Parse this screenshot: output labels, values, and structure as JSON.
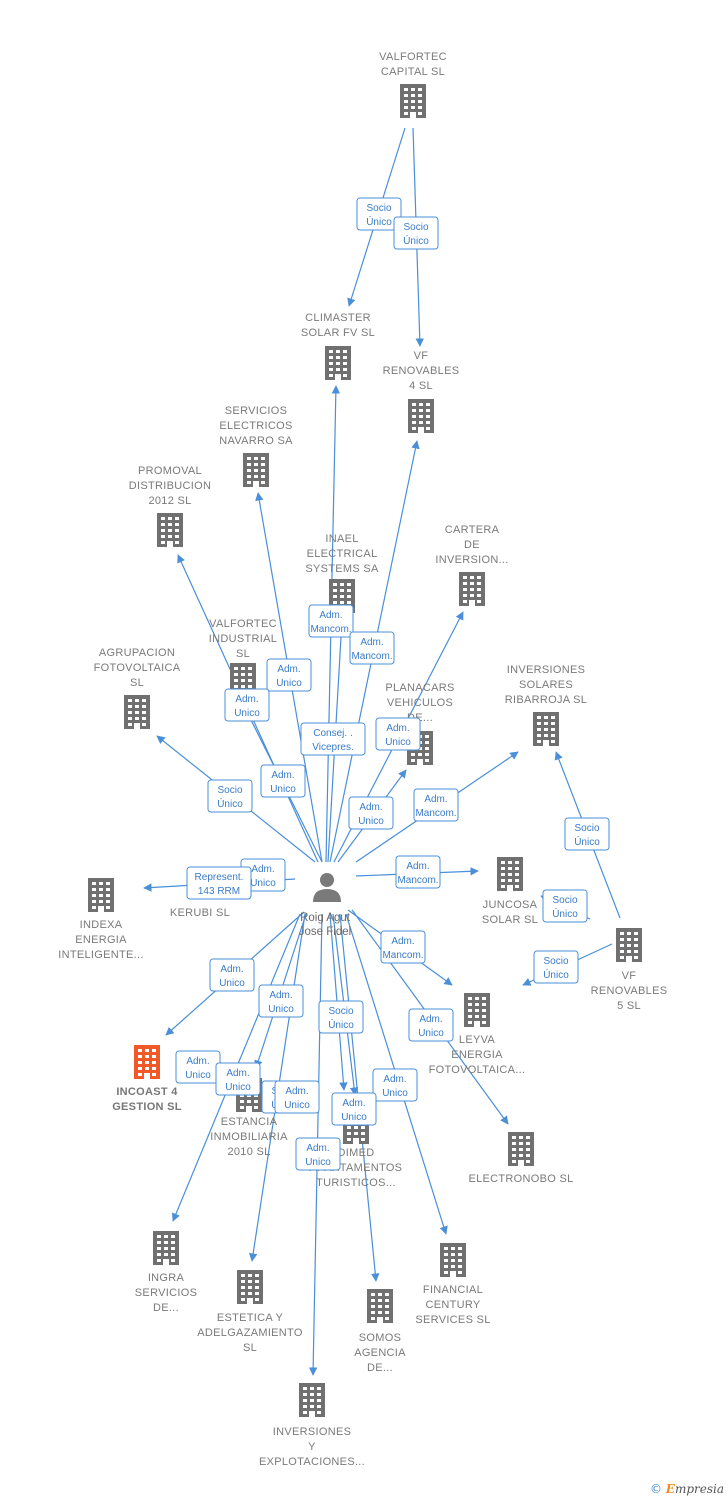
{
  "center": {
    "name_line1": "Roig Agut",
    "name_line2": "Jose Fidel"
  },
  "nodes": [
    {
      "id": "valfortec-capital",
      "lines": [
        "VALFORTEC",
        "CAPITAL  SL"
      ]
    },
    {
      "id": "climaster",
      "lines": [
        "CLIMASTER",
        "SOLAR FV SL"
      ]
    },
    {
      "id": "vf-renovables-4",
      "lines": [
        "VF",
        "RENOVABLES",
        "4  SL"
      ]
    },
    {
      "id": "servicios-electricos",
      "lines": [
        "SERVICIOS",
        "ELECTRICOS",
        "NAVARRO SA"
      ]
    },
    {
      "id": "promoval",
      "lines": [
        "PROMOVAL",
        "DISTRIBUCION",
        "2012 SL"
      ]
    },
    {
      "id": "inael",
      "lines": [
        "INAEL",
        "ELECTRICAL",
        "SYSTEMS SA"
      ]
    },
    {
      "id": "cartera",
      "lines": [
        "CARTERA",
        "DE",
        "INVERSION..."
      ]
    },
    {
      "id": "valfortec-industrial",
      "lines": [
        "VALFORTEC",
        "INDUSTRIAL",
        "SL"
      ]
    },
    {
      "id": "agrupacion",
      "lines": [
        "AGRUPACION",
        "FOTOVOLTAICA",
        "SL"
      ]
    },
    {
      "id": "planacars",
      "lines": [
        "PLANACARS",
        "VEHICULOS",
        "DE..."
      ]
    },
    {
      "id": "inversiones-solares",
      "lines": [
        "INVERSIONES",
        "SOLARES",
        "RIBARROJA SL"
      ]
    },
    {
      "id": "indexa",
      "lines": [
        "INDEXA",
        "ENERGIA",
        "INTELIGENTE..."
      ]
    },
    {
      "id": "kerubi",
      "lines": [
        "KERUBI SL"
      ]
    },
    {
      "id": "juncosa",
      "lines": [
        "JUNCOSA",
        "SOLAR  SL"
      ]
    },
    {
      "id": "vf-renovables-5",
      "lines": [
        "VF",
        "RENOVABLES",
        "5  SL"
      ]
    },
    {
      "id": "incoast",
      "lines": [
        "INCOAST 4",
        "GESTION  SL"
      ],
      "highlight": true
    },
    {
      "id": "estancia",
      "lines": [
        "ESTANCIA",
        "INMOBILIARIA",
        "2010 SL"
      ]
    },
    {
      "id": "leyva",
      "lines": [
        "LEYVA",
        "ENERGIA",
        "FOTOVOLTAICA..."
      ]
    },
    {
      "id": "dimed",
      "lines": [
        "DIMED",
        "APARTAMENTOS",
        "TURISTICOS..."
      ]
    },
    {
      "id": "electronobo",
      "lines": [
        "ELECTRONOBO SL"
      ]
    },
    {
      "id": "ingra",
      "lines": [
        "INGRA",
        "SERVICIOS",
        "DE..."
      ]
    },
    {
      "id": "estetica",
      "lines": [
        "ESTETICA Y",
        "ADELGAZAMIENTO",
        "SL"
      ]
    },
    {
      "id": "financial-century",
      "lines": [
        "FINANCIAL",
        "CENTURY",
        "SERVICES  SL"
      ]
    },
    {
      "id": "somos-agencia",
      "lines": [
        "SOMOS",
        "AGENCIA",
        "DE..."
      ]
    },
    {
      "id": "inversiones-explotaciones",
      "lines": [
        "INVERSIONES",
        "Y",
        "EXPLOTACIONES..."
      ]
    }
  ],
  "badges": [
    {
      "id": "b1",
      "lines": [
        "Socio",
        "Único"
      ]
    },
    {
      "id": "b2",
      "lines": [
        "Socio",
        "Único"
      ]
    },
    {
      "id": "b3",
      "lines": [
        "Adm.",
        "Mancom."
      ]
    },
    {
      "id": "b4",
      "lines": [
        "Adm.",
        "Mancom."
      ]
    },
    {
      "id": "b5",
      "lines": [
        "Adm.",
        "Unico"
      ]
    },
    {
      "id": "b6",
      "lines": [
        "Adm.",
        "Unico"
      ]
    },
    {
      "id": "b7",
      "lines": [
        "Consej. .",
        "Vicepres."
      ]
    },
    {
      "id": "b8",
      "lines": [
        "Adm.",
        "Unico"
      ]
    },
    {
      "id": "b9",
      "lines": [
        "Adm.",
        "Unico"
      ]
    },
    {
      "id": "b10",
      "lines": [
        "Socio",
        "Único"
      ]
    },
    {
      "id": "b11",
      "lines": [
        "Adm.",
        "Unico"
      ]
    },
    {
      "id": "b12",
      "lines": [
        "Adm.",
        "Mancom."
      ]
    },
    {
      "id": "b13",
      "lines": [
        "Socio",
        "Único"
      ]
    },
    {
      "id": "b14",
      "lines": [
        "Adm.",
        "Unico"
      ]
    },
    {
      "id": "b15",
      "lines": [
        "Represent.",
        "143 RRM"
      ]
    },
    {
      "id": "b16",
      "lines": [
        "Adm.",
        "Mancom."
      ]
    },
    {
      "id": "b17",
      "lines": [
        "Socio",
        "Único"
      ]
    },
    {
      "id": "b18",
      "lines": [
        "Socio",
        "Único"
      ]
    },
    {
      "id": "b19",
      "lines": [
        "Adm.",
        "Mancom."
      ]
    },
    {
      "id": "b20",
      "lines": [
        "Adm.",
        "Unico"
      ]
    },
    {
      "id": "b21",
      "lines": [
        "Adm.",
        "Unico"
      ]
    },
    {
      "id": "b22",
      "lines": [
        "Adm.",
        "Unico"
      ]
    },
    {
      "id": "b23",
      "lines": [
        "Socio",
        "Único"
      ]
    },
    {
      "id": "b24",
      "lines": [
        "Adm.",
        "Unico"
      ]
    },
    {
      "id": "b25",
      "lines": [
        "Adm.",
        "Unico"
      ]
    },
    {
      "id": "b26",
      "lines": [
        "Socio",
        "Único"
      ]
    },
    {
      "id": "b27",
      "lines": [
        "Adm.",
        "Unico"
      ]
    },
    {
      "id": "b28",
      "lines": [
        "Adm.",
        "Unico"
      ]
    },
    {
      "id": "b29",
      "lines": [
        "Adm.",
        "Unico"
      ]
    },
    {
      "id": "b30",
      "lines": [
        "Adm.",
        "Unico"
      ]
    }
  ],
  "colors": {
    "edge": "#4a8fd8",
    "building": "#707070",
    "building_highlight": "#f05a28"
  },
  "footer": {
    "copyright": "©",
    "brand_initial": "E",
    "brand_rest": "mpresia"
  }
}
